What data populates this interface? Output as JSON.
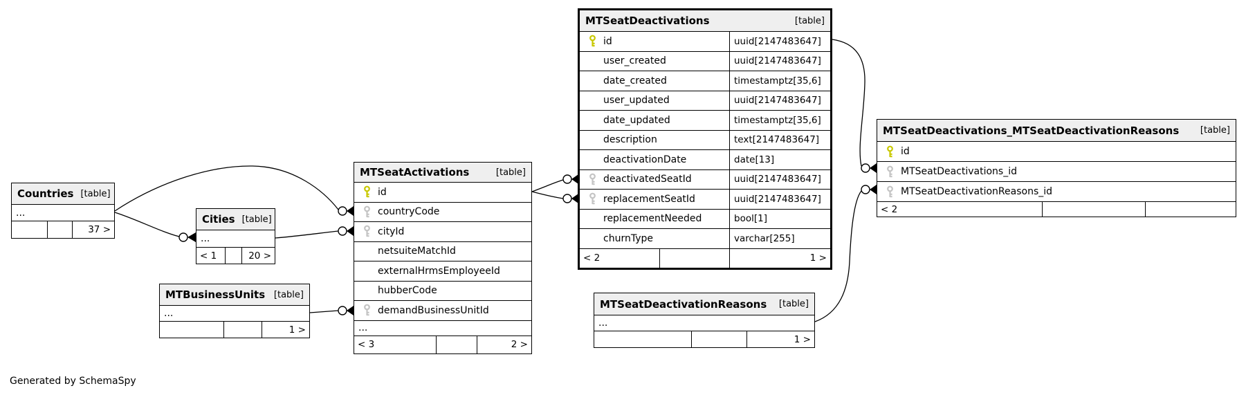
{
  "diagram": {
    "caption": "Generated by SchemaSpy",
    "type_label": "[table]",
    "ellipsis_label": "..."
  },
  "colors": {
    "primary_key": "#c8c800",
    "foreign_key": "#c4c4c4",
    "header_bg": "#efefef",
    "border": "#000000",
    "background": "#ffffff"
  },
  "tables": [
    {
      "id": "countries",
      "name": "Countries",
      "rows": [
        {
          "ellipsis": true
        }
      ],
      "footer": [
        "",
        "",
        "37 >"
      ]
    },
    {
      "id": "cities",
      "name": "Cities",
      "rows": [
        {
          "ellipsis": true
        }
      ],
      "footer": [
        "< 1",
        "",
        "20 >"
      ]
    },
    {
      "id": "mtbusinessunits",
      "name": "MTBusinessUnits",
      "rows": [
        {
          "ellipsis": true
        }
      ],
      "footer": [
        "",
        "",
        "1 >"
      ]
    },
    {
      "id": "mtseatactivations",
      "name": "MTSeatActivations",
      "rows": [
        {
          "name": "id",
          "key": "pk"
        },
        {
          "name": "countryCode",
          "key": "fk"
        },
        {
          "name": "cityId",
          "key": "fk"
        },
        {
          "name": "netsuiteMatchId"
        },
        {
          "name": "externalHrmsEmployeeId"
        },
        {
          "name": "hubberCode"
        },
        {
          "name": "demandBusinessUnitId",
          "key": "fk"
        },
        {
          "ellipsis": true
        }
      ],
      "footer": [
        "< 3",
        "",
        "2 >"
      ]
    },
    {
      "id": "mtseatdeactivations",
      "name": "MTSeatDeactivations",
      "focus": true,
      "rows": [
        {
          "name": "id",
          "key": "pk",
          "type": "uuid[2147483647]"
        },
        {
          "name": "user_created",
          "type": "uuid[2147483647]"
        },
        {
          "name": "date_created",
          "type": "timestamptz[35,6]"
        },
        {
          "name": "user_updated",
          "type": "uuid[2147483647]"
        },
        {
          "name": "date_updated",
          "type": "timestamptz[35,6]"
        },
        {
          "name": "description",
          "type": "text[2147483647]"
        },
        {
          "name": "deactivationDate",
          "type": "date[13]"
        },
        {
          "name": "deactivatedSeatId",
          "key": "fk",
          "type": "uuid[2147483647]"
        },
        {
          "name": "replacementSeatId",
          "key": "fk",
          "type": "uuid[2147483647]"
        },
        {
          "name": "replacementNeeded",
          "type": "bool[1]"
        },
        {
          "name": "churnType",
          "type": "varchar[255]"
        }
      ],
      "footer": [
        "< 2",
        "",
        "1 >"
      ]
    },
    {
      "id": "mtseatdeactivationreasons",
      "name": "MTSeatDeactivationReasons",
      "rows": [
        {
          "ellipsis": true
        }
      ],
      "footer": [
        "",
        "",
        "1 >"
      ]
    },
    {
      "id": "junction",
      "name": "MTSeatDeactivations_MTSeatDeactivationReasons",
      "rows": [
        {
          "name": "id",
          "key": "pk"
        },
        {
          "name": "MTSeatDeactivations_id",
          "key": "fk"
        },
        {
          "name": "MTSeatDeactivationReasons_id",
          "key": "fk"
        }
      ],
      "footer": [
        "< 2",
        "",
        ""
      ]
    }
  ],
  "relationships": [
    {
      "from": "Countries",
      "to_table": "MTSeatActivations",
      "to_column": "countryCode"
    },
    {
      "from": "Countries",
      "to_table": "Cities",
      "to_column": "..."
    },
    {
      "from": "Cities",
      "to_table": "MTSeatActivations",
      "to_column": "cityId"
    },
    {
      "from": "MTBusinessUnits",
      "to_table": "MTSeatActivations",
      "to_column": "demandBusinessUnitId"
    },
    {
      "from": "MTSeatActivations",
      "to_table": "MTSeatDeactivations",
      "to_column": "deactivatedSeatId"
    },
    {
      "from": "MTSeatActivations",
      "to_table": "MTSeatDeactivations",
      "to_column": "replacementSeatId"
    },
    {
      "from": "MTSeatDeactivations",
      "to_table": "MTSeatDeactivations_MTSeatDeactivationReasons",
      "to_column": "MTSeatDeactivations_id"
    },
    {
      "from": "MTSeatDeactivationReasons",
      "to_table": "MTSeatDeactivations_MTSeatDeactivationReasons",
      "to_column": "MTSeatDeactivationReasons_id"
    }
  ]
}
